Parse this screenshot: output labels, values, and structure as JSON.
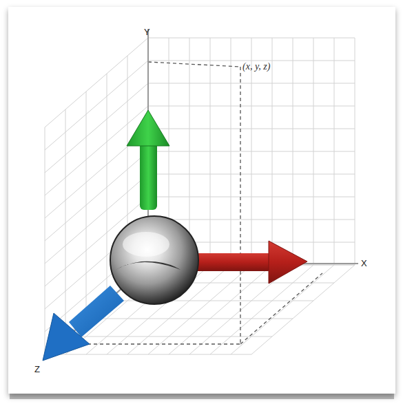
{
  "diagram": {
    "labels": [
      "Y",
      "X",
      "Z",
      "(x, y, z)"
    ]
  }
}
